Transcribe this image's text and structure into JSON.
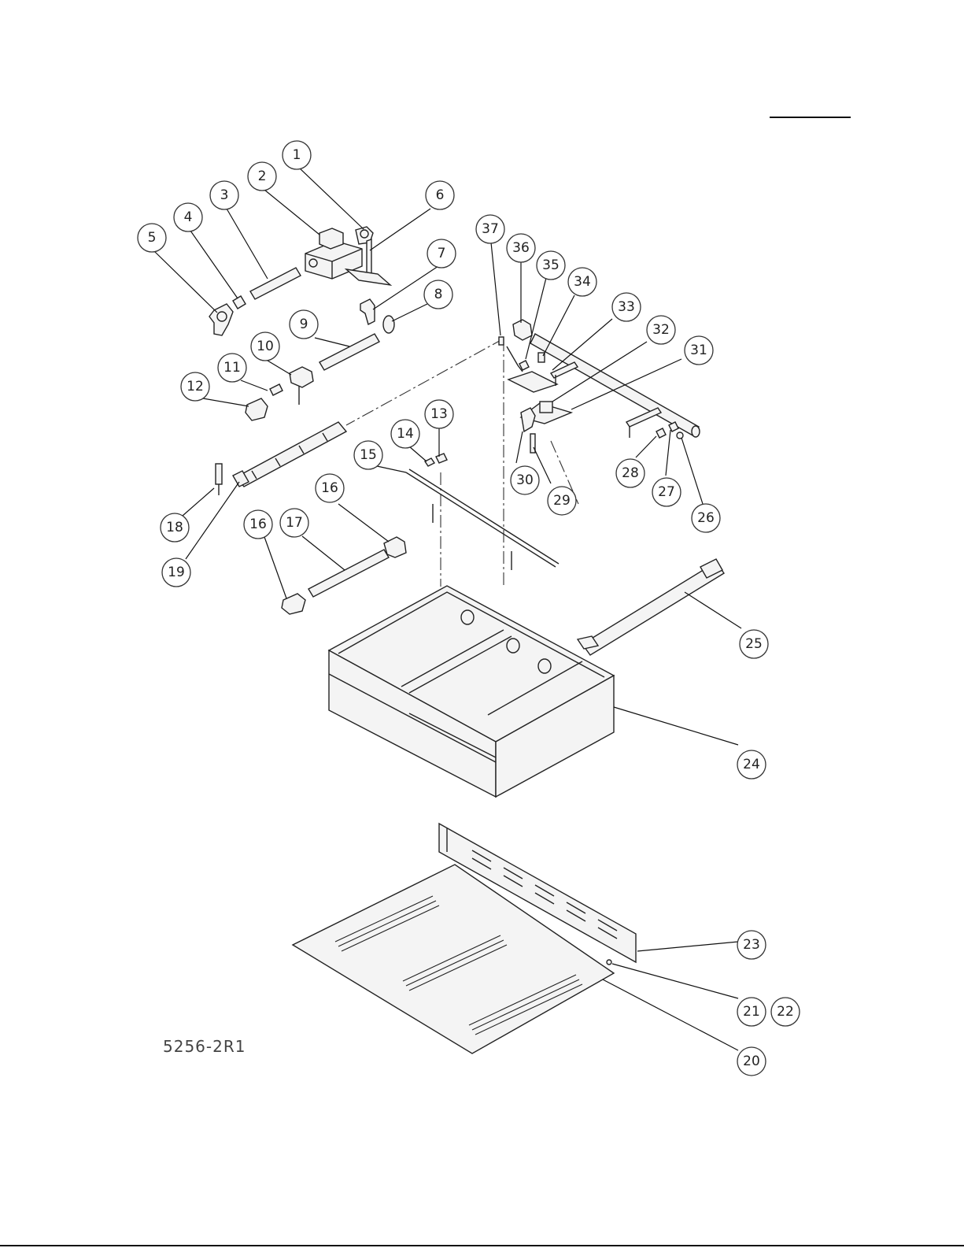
{
  "drawing": {
    "code": "5256-2R1",
    "balloons": [
      {
        "id": "b1",
        "label": "1"
      },
      {
        "id": "b2",
        "label": "2"
      },
      {
        "id": "b3",
        "label": "3"
      },
      {
        "id": "b4",
        "label": "4"
      },
      {
        "id": "b5",
        "label": "5"
      },
      {
        "id": "b6",
        "label": "6"
      },
      {
        "id": "b7",
        "label": "7"
      },
      {
        "id": "b8",
        "label": "8"
      },
      {
        "id": "b9",
        "label": "9"
      },
      {
        "id": "b10",
        "label": "10"
      },
      {
        "id": "b11",
        "label": "11"
      },
      {
        "id": "b12",
        "label": "12"
      },
      {
        "id": "b13",
        "label": "13"
      },
      {
        "id": "b14",
        "label": "14"
      },
      {
        "id": "b15",
        "label": "15"
      },
      {
        "id": "b16a",
        "label": "16"
      },
      {
        "id": "b16b",
        "label": "16"
      },
      {
        "id": "b17",
        "label": "17"
      },
      {
        "id": "b18",
        "label": "18"
      },
      {
        "id": "b19",
        "label": "19"
      },
      {
        "id": "b20",
        "label": "20"
      },
      {
        "id": "b21",
        "label": "21"
      },
      {
        "id": "b22",
        "label": "22"
      },
      {
        "id": "b23",
        "label": "23"
      },
      {
        "id": "b24",
        "label": "24"
      },
      {
        "id": "b25",
        "label": "25"
      },
      {
        "id": "b26",
        "label": "26"
      },
      {
        "id": "b27",
        "label": "27"
      },
      {
        "id": "b28",
        "label": "28"
      },
      {
        "id": "b29",
        "label": "29"
      },
      {
        "id": "b30",
        "label": "30"
      },
      {
        "id": "b31",
        "label": "31"
      },
      {
        "id": "b32",
        "label": "32"
      },
      {
        "id": "b33",
        "label": "33"
      },
      {
        "id": "b34",
        "label": "34"
      },
      {
        "id": "b35",
        "label": "35"
      },
      {
        "id": "b36",
        "label": "36"
      },
      {
        "id": "b37",
        "label": "37"
      }
    ]
  }
}
